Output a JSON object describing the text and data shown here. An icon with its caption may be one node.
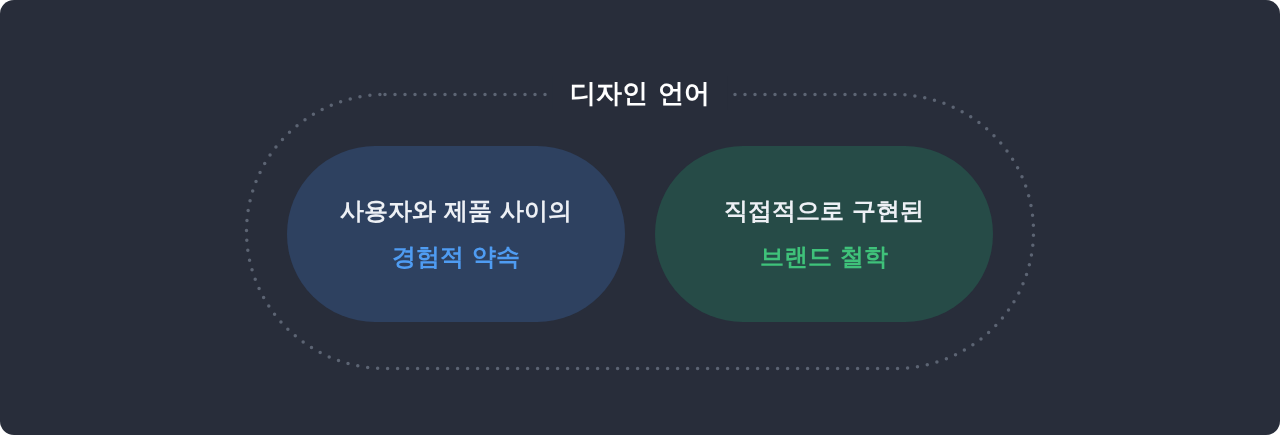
{
  "diagram": {
    "nodes": [
      {
        "text": [
          "디자인 언어"
        ]
      },
      {
        "text": [
          "사용자와 제품 사이의",
          "경험적 약속"
        ],
        "in": 0
      },
      {
        "text": [
          "직접적으로 구현된",
          "브랜드 철학"
        ],
        "in": 0
      }
    ]
  }
}
